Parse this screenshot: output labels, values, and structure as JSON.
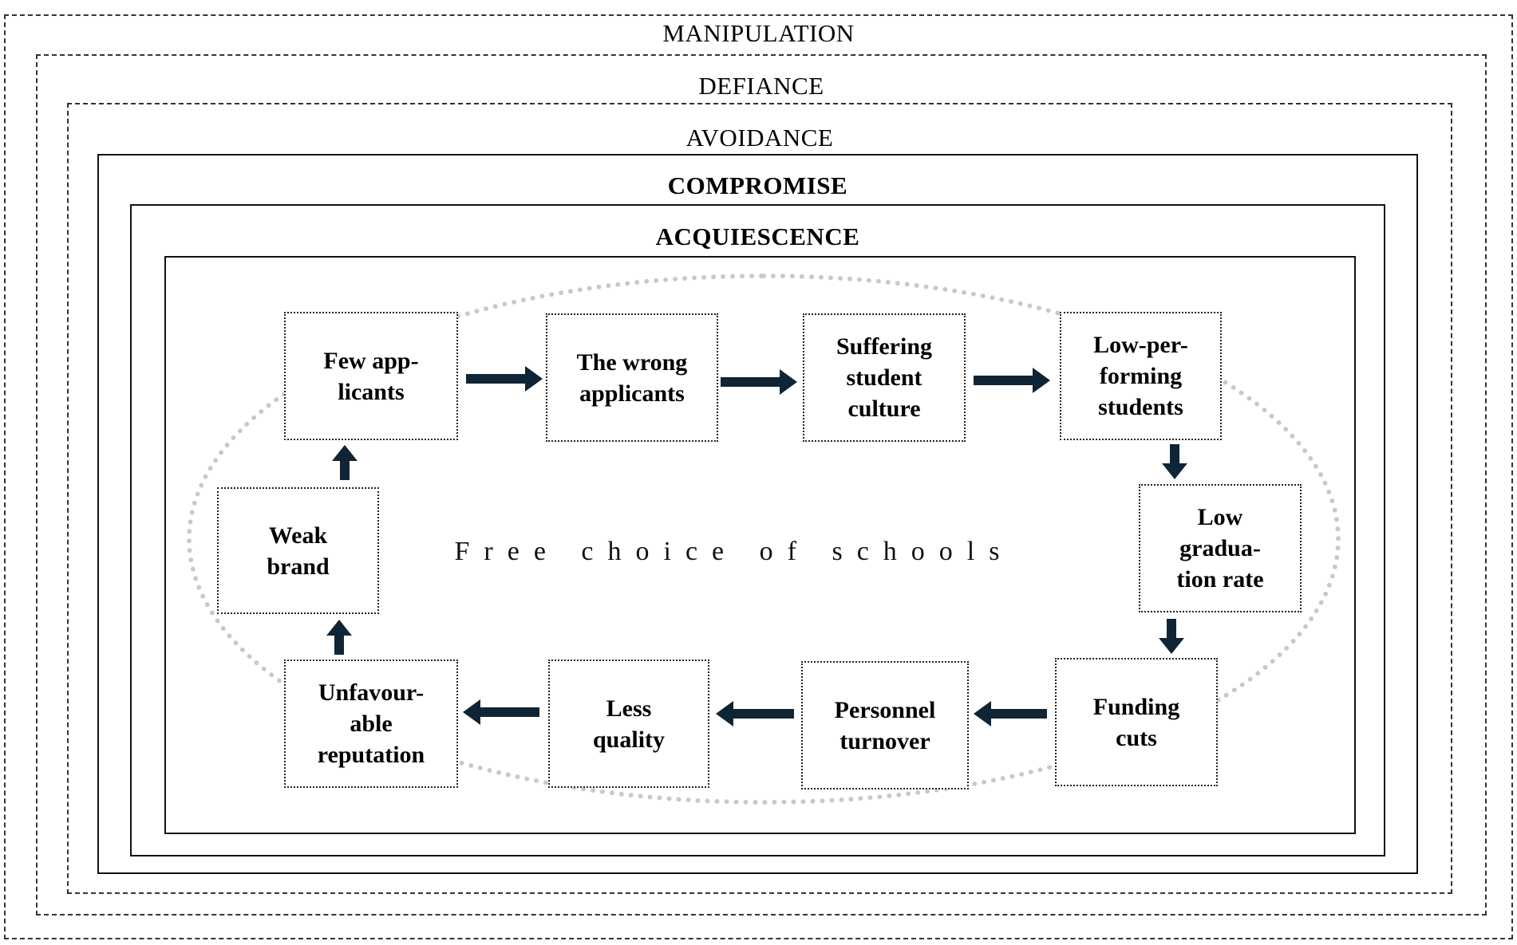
{
  "layers": {
    "manipulation": "MANIPULATION",
    "defiance": "DEFIANCE",
    "avoidance": "AVOIDANCE",
    "compromise": "COMPROMISE",
    "acquiescence": "ACQUIESCENCE"
  },
  "center_label": "Free choice of schools",
  "cycle": {
    "few_applicants": "Few app-\nlicants",
    "wrong_applicants": "The wrong\napplicants",
    "suffering_culture": "Suffering\nstudent\nculture",
    "low_performing": "Low-per-\nforming\nstudents",
    "low_graduation": "Low\ngradua-\ntion rate",
    "funding_cuts": "Funding\ncuts",
    "personnel_turnover": "Personnel\nturnover",
    "less_quality": "Less\nquality",
    "unfavourable_reputation": "Unfavour-\nable\nreputation",
    "weak_brand": "Weak\nbrand"
  },
  "colors": {
    "arrow": "#0f2536",
    "ellipse": "#c9c9c9"
  }
}
